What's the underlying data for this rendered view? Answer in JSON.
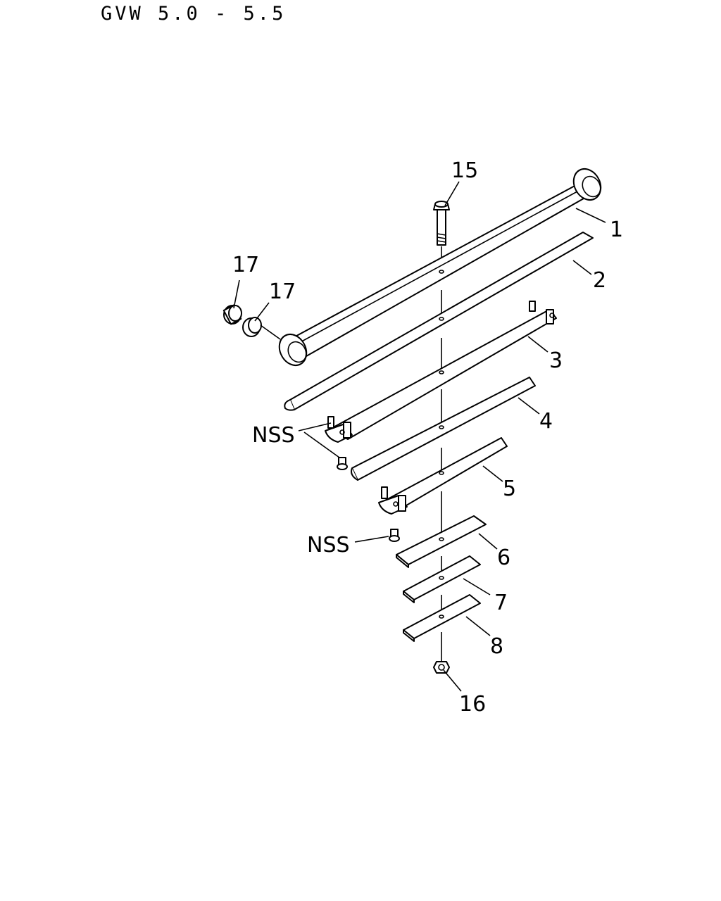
{
  "header": {
    "title": "GVW 5.0 - 5.5"
  },
  "callouts": {
    "c1": "1",
    "c2": "2",
    "c3": "3",
    "c4": "4",
    "c5": "5",
    "c6": "6",
    "c7": "7",
    "c8": "8",
    "c15": "15",
    "c16": "16",
    "c17a": "17",
    "c17b": "17",
    "nss_a": "NSS",
    "nss_b": "NSS"
  }
}
